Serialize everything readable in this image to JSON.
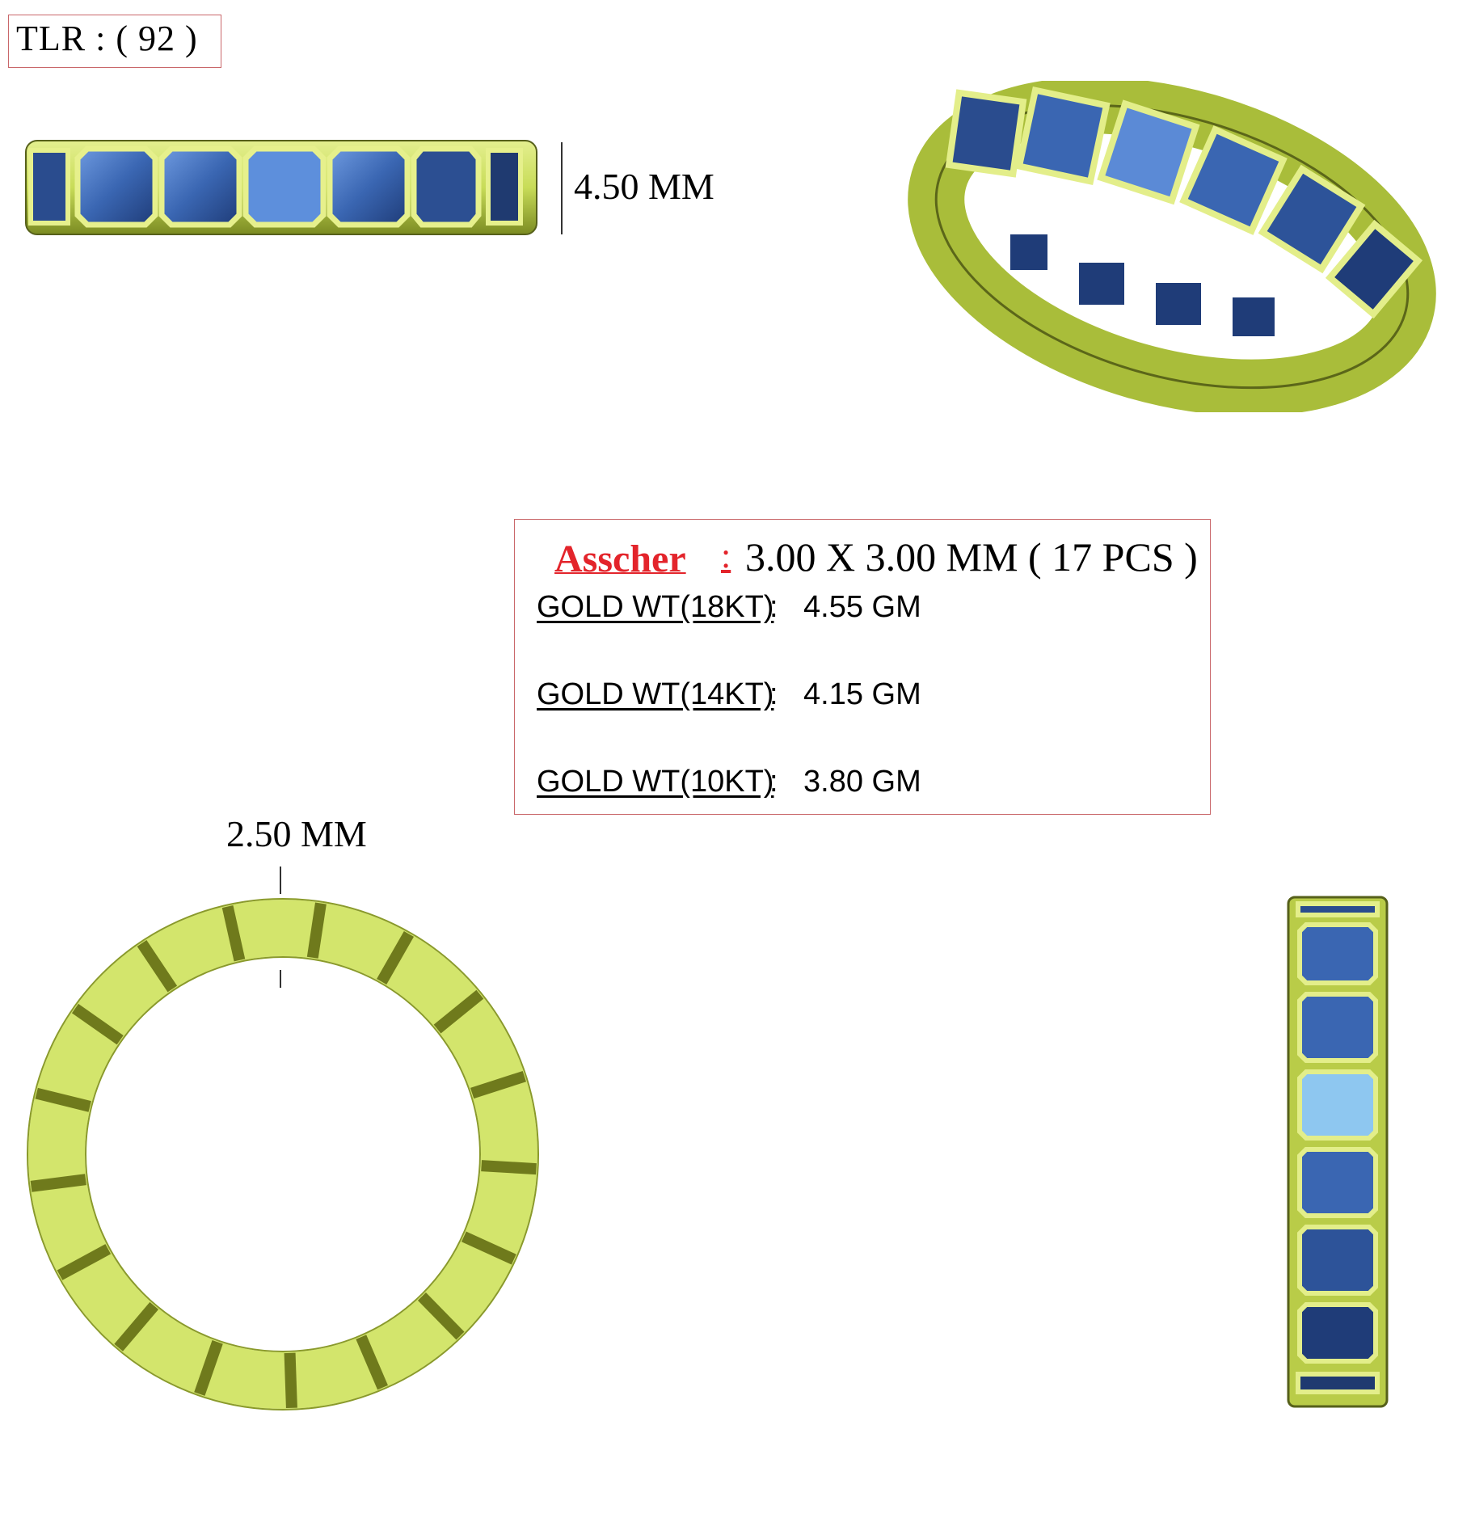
{
  "design_code": "TLR : ( 92 )",
  "dimensions": {
    "height": "4.50 MM",
    "width": "2.50 MM"
  },
  "stone": {
    "name": "Asscher",
    "separator": ":",
    "spec": "3.00 X 3.00 MM ( 17 PCS )"
  },
  "gold_weights": [
    {
      "label": "GOLD WT(18KT)",
      "separator": ":",
      "value": "4.55 GM"
    },
    {
      "label": "GOLD WT(14KT)",
      "separator": ":",
      "value": "4.15 GM"
    },
    {
      "label": "GOLD WT(10KT)",
      "separator": ":",
      "value": "3.80 GM"
    }
  ],
  "colors": {
    "metal": "#cfe26a",
    "metal_dark": "#6f7a1c",
    "stone": "#3a66b2",
    "stone_dark": "#1f3c78",
    "stone_light": "#7aa6e6",
    "border": "#c9676a",
    "accent_red": "#e3242b"
  }
}
